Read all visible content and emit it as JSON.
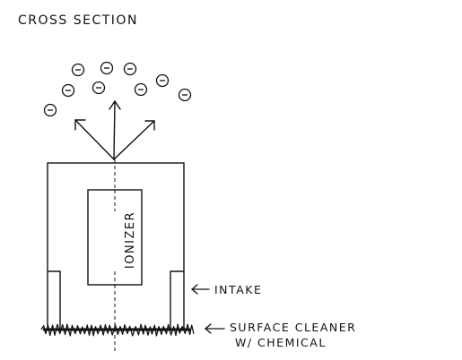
{
  "title": "CROSS SECTION",
  "ionizer_label": "IONIZER",
  "labels": {
    "intake": "INTAKE",
    "surface_cleaner_line1": "SURFACE CLEANER",
    "surface_cleaner_line2": "W/ CHEMICAL"
  },
  "ion_symbol": "−",
  "icons": {
    "ion": "negative-ion-icon",
    "arrow": "left-arrow-icon"
  },
  "colors": {
    "ink": "#111111",
    "background": "#ffffff"
  }
}
